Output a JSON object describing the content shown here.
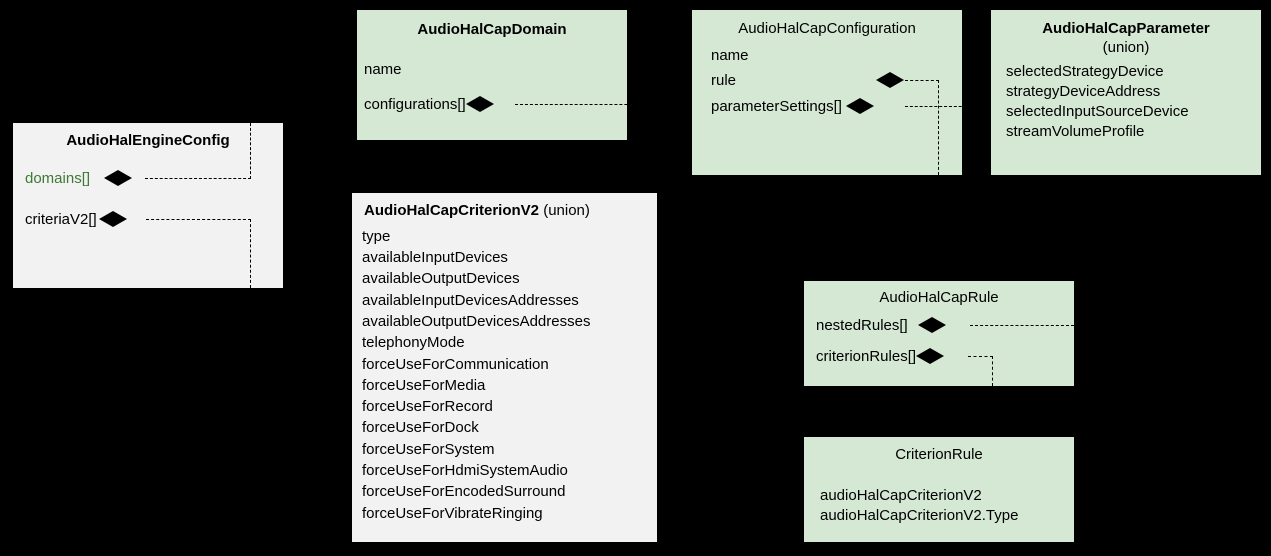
{
  "diagram": {
    "type": "uml-class-diagram",
    "background": "#000000",
    "colors": {
      "green_box": "#d5e8d4",
      "gray_box": "#f2f2f2",
      "green_text": "#3d7a33",
      "line": "#000000"
    }
  },
  "boxes": {
    "engine_config": {
      "title": "AudioHalEngineConfig",
      "union_label": "",
      "attributes": [
        {
          "label": "domains[]",
          "style": "green",
          "has_aggregation": true
        },
        {
          "label": "criteriaV2[]",
          "style": "normal",
          "has_aggregation": true
        }
      ]
    },
    "cap_domain": {
      "title": "AudioHalCapDomain",
      "union_label": "",
      "attributes": [
        {
          "label": "name",
          "style": "normal",
          "has_aggregation": false
        },
        {
          "label": "configurations[]",
          "style": "normal",
          "has_aggregation": true
        }
      ]
    },
    "cap_configuration": {
      "title": "AudioHalCapConfiguration",
      "union_label": "",
      "attributes": [
        {
          "label": "name",
          "style": "normal",
          "has_aggregation": false
        },
        {
          "label": "rule",
          "style": "normal",
          "has_aggregation": true
        },
        {
          "label": "parameterSettings[]",
          "style": "normal",
          "has_aggregation": true
        }
      ]
    },
    "cap_parameter": {
      "title": "AudioHalCapParameter",
      "union_label": "(union)",
      "attributes": [
        {
          "label": "selectedStrategyDevice",
          "style": "normal",
          "has_aggregation": false
        },
        {
          "label": "strategyDeviceAddress",
          "style": "normal",
          "has_aggregation": false
        },
        {
          "label": "selectedInputSourceDevice",
          "style": "normal",
          "has_aggregation": false
        },
        {
          "label": "streamVolumeProfile",
          "style": "normal",
          "has_aggregation": false
        }
      ]
    },
    "cap_criterion_v2": {
      "title": "AudioHalCapCriterionV2",
      "union_label": "(union)",
      "attributes": [
        {
          "label": "type",
          "style": "normal",
          "has_aggregation": false
        },
        {
          "label": "availableInputDevices",
          "style": "normal",
          "has_aggregation": false
        },
        {
          "label": "availableOutputDevices",
          "style": "normal",
          "has_aggregation": false
        },
        {
          "label": "availableInputDevicesAddresses",
          "style": "normal",
          "has_aggregation": false
        },
        {
          "label": "availableOutputDevicesAddresses",
          "style": "normal",
          "has_aggregation": false
        },
        {
          "label": "telephonyMode",
          "style": "normal",
          "has_aggregation": false
        },
        {
          "label": "forceUseForCommunication",
          "style": "normal",
          "has_aggregation": false
        },
        {
          "label": "forceUseForMedia",
          "style": "normal",
          "has_aggregation": false
        },
        {
          "label": "forceUseForRecord",
          "style": "normal",
          "has_aggregation": false
        },
        {
          "label": "forceUseForDock",
          "style": "normal",
          "has_aggregation": false
        },
        {
          "label": "forceUseForSystem",
          "style": "normal",
          "has_aggregation": false
        },
        {
          "label": "forceUseForHdmiSystemAudio",
          "style": "normal",
          "has_aggregation": false
        },
        {
          "label": "forceUseForEncodedSurround",
          "style": "normal",
          "has_aggregation": false
        },
        {
          "label": "forceUseForVibrateRinging",
          "style": "normal",
          "has_aggregation": false
        }
      ]
    },
    "cap_rule": {
      "title": "AudioHalCapRule",
      "union_label": "",
      "attributes": [
        {
          "label": "nestedRules[]",
          "style": "normal",
          "has_aggregation": true
        },
        {
          "label": "criterionRules[]",
          "style": "normal",
          "has_aggregation": true
        }
      ]
    },
    "criterion_rule": {
      "title": "CriterionRule",
      "union_label": "",
      "attributes": [
        {
          "label": "audioHalCapCriterionV2",
          "style": "normal",
          "has_aggregation": false
        },
        {
          "label": "audioHalCapCriterionV2.Type",
          "style": "normal",
          "has_aggregation": false
        }
      ]
    }
  },
  "relationships": [
    {
      "from": "AudioHalEngineConfig.domains[]",
      "to": "AudioHalCapDomain",
      "kind": "composition"
    },
    {
      "from": "AudioHalEngineConfig.criteriaV2[]",
      "to": "AudioHalCapCriterionV2",
      "kind": "composition"
    },
    {
      "from": "AudioHalCapDomain.configurations[]",
      "to": "AudioHalCapConfiguration",
      "kind": "composition"
    },
    {
      "from": "AudioHalCapConfiguration.rule",
      "to": "AudioHalCapRule",
      "kind": "composition"
    },
    {
      "from": "AudioHalCapConfiguration.parameterSettings[]",
      "to": "AudioHalCapParameter",
      "kind": "composition"
    },
    {
      "from": "AudioHalCapRule.nestedRules[]",
      "to": "AudioHalCapRule",
      "kind": "composition"
    },
    {
      "from": "AudioHalCapRule.criterionRules[]",
      "to": "CriterionRule",
      "kind": "composition"
    }
  ]
}
